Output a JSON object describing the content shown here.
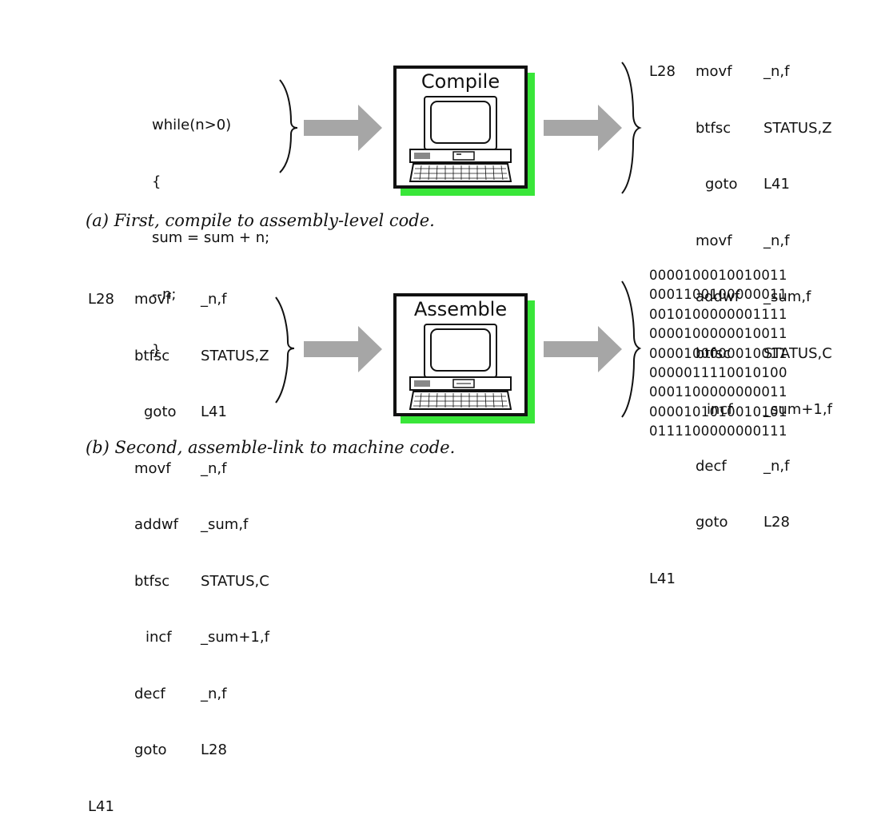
{
  "source_code": [
    "while(n>0)",
    "{",
    "sum = sum + n;",
    "--n;",
    "}"
  ],
  "compile_box": {
    "title": "Compile",
    "icon": "computer-icon"
  },
  "assemble_box": {
    "title": "Assemble",
    "icon": "computer-icon"
  },
  "assembly_a": [
    {
      "label": "L28",
      "op": "movf",
      "arg": "_n,f"
    },
    {
      "label": "",
      "op": "btfsc",
      "arg": "STATUS,Z"
    },
    {
      "label": "",
      "op": "goto",
      "arg": "L41"
    },
    {
      "label": "",
      "op": "movf",
      "arg": "_n,f"
    },
    {
      "label": "",
      "op": "addwf",
      "arg": "_sum,f"
    },
    {
      "label": "",
      "op": "btfsc",
      "arg": "STATUS,C"
    },
    {
      "label": "",
      "op": "incf",
      "arg": "_sum+1,f"
    },
    {
      "label": "",
      "op": "decf",
      "arg": "_n,f"
    },
    {
      "label": "",
      "op": "goto",
      "arg": "L28"
    },
    {
      "label": "L41",
      "op": "",
      "arg": ""
    }
  ],
  "assembly_b": [
    {
      "label": "L28",
      "op": "movf",
      "arg": "_n,f"
    },
    {
      "label": "",
      "op": "btfsc",
      "arg": "STATUS,Z"
    },
    {
      "label": "",
      "op": "goto",
      "arg": "L41"
    },
    {
      "label": "",
      "op": "movf",
      "arg": "_n,f"
    },
    {
      "label": "",
      "op": "addwf",
      "arg": "_sum,f"
    },
    {
      "label": "",
      "op": "btfsc",
      "arg": "STATUS,C"
    },
    {
      "label": "",
      "op": "incf",
      "arg": "_sum+1,f"
    },
    {
      "label": "",
      "op": "decf",
      "arg": "_n,f"
    },
    {
      "label": "",
      "op": "goto",
      "arg": "L28"
    },
    {
      "label": "L41",
      "op": "",
      "arg": ""
    }
  ],
  "machine_code": [
    "0000100010010011",
    "0001100100000011",
    "0010100000001111",
    "0000100000010011",
    "0000100000010011",
    "0000011110010100",
    "0001100000000011",
    "0000101010010101",
    "0111100000000111"
  ],
  "captions": {
    "a": "(a) First, compile to assembly-level code.",
    "b": "(b) Second, assemble-link to machine code."
  },
  "colors": {
    "arrow": "#a6a6a6",
    "shadow": "#39e639",
    "ink": "#111111"
  }
}
